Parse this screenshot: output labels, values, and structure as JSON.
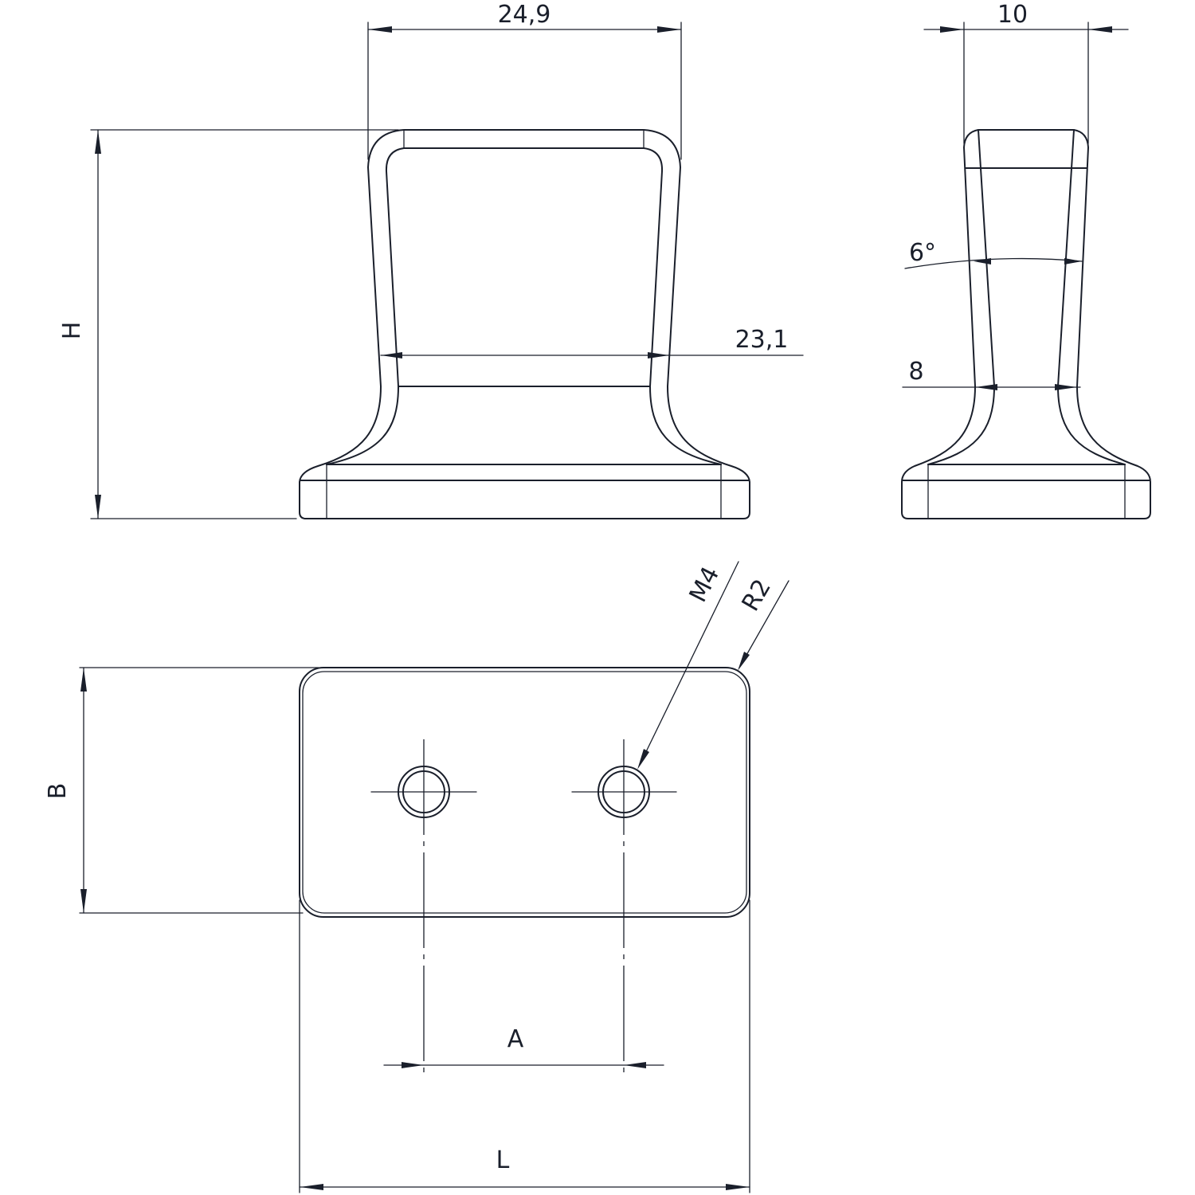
{
  "colors": {
    "line": "#1a1f2b",
    "background": "#ffffff"
  },
  "front_view": {
    "dim_top_width": "24,9",
    "dim_neck_width": "23,1",
    "dim_height": "H"
  },
  "side_view": {
    "dim_top_width": "10",
    "dim_angle": "6°",
    "dim_neck_width": "8"
  },
  "top_view": {
    "dim_thread": "M4",
    "dim_radius": "R2",
    "dim_width": "B",
    "dim_hole_spacing": "A",
    "dim_length": "L"
  }
}
